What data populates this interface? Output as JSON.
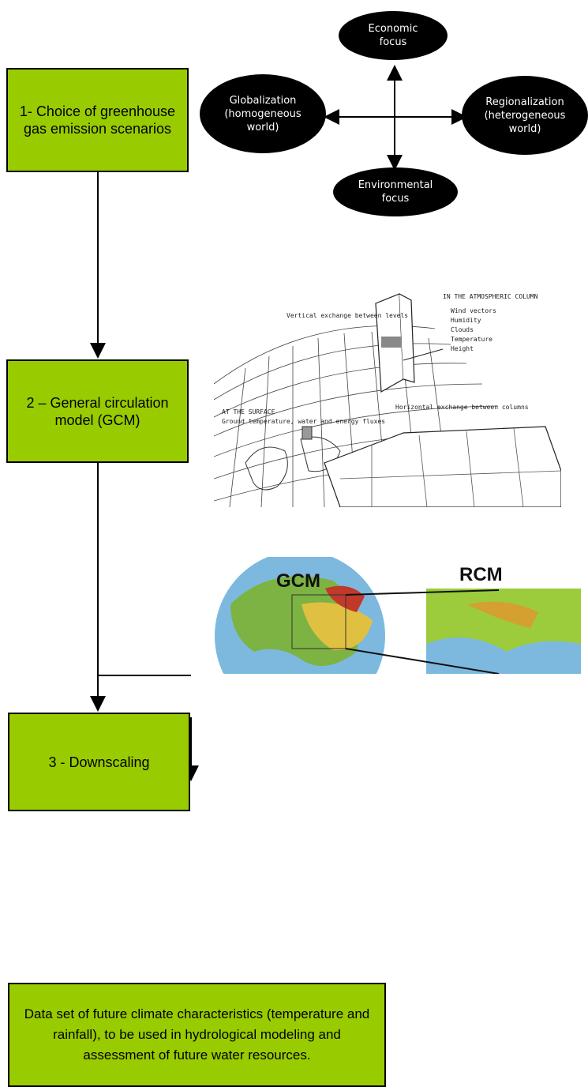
{
  "steps": {
    "step1": "1- Choice of greenhouse gas emission scenarios",
    "step2": "2 – General circulation model (GCM)",
    "step3": "3 - Downscaling",
    "output": "Data set of future climate characteristics (temperature and rainfall), to be used in hydrological modeling and assessment of future water resources."
  },
  "scenarios": {
    "top": "Economic focus",
    "left": "Globalization (homogeneous world)",
    "right": "Regionalization (heterogeneous world)",
    "bottom": "Environmental focus"
  },
  "gcm_figure": {
    "column_title": "IN THE ATMOSPHERIC COLUMN",
    "column_items": [
      "Wind vectors",
      "Humidity",
      "Clouds",
      "Temperature",
      "Height"
    ],
    "vertical": "Vertical exchange between levels",
    "surface_title": "AT THE SURFACE",
    "surface_desc": "Ground temperature, water and energy fluxes",
    "horizontal": "Horizontal exchange between columns"
  },
  "downscaling_figure": {
    "gcm_label": "GCM",
    "rcm_label": "RCM"
  },
  "colors": {
    "box_fill": "#99cc00",
    "ellipse_fill": "#000000",
    "ocean": "#7db9de",
    "land": "#7cb342"
  }
}
